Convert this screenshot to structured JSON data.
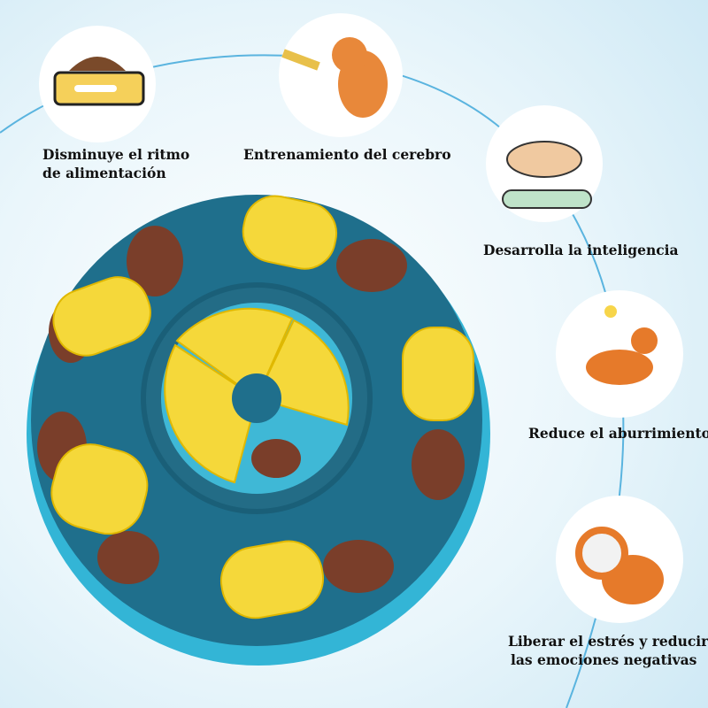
{
  "benefits": [
    {
      "text_line1": "Disminuye el ritmo",
      "text_line2": "de alimentación",
      "icon": "food-bowl-icon"
    },
    {
      "text_line1": "Entrenamiento del cerebro",
      "icon": "dog-paw-training-icon"
    },
    {
      "text_line1": "Desarrolla la inteligencia",
      "icon": "dog-treadmill-icon"
    },
    {
      "text_line1": "Reduce el aburrimiento",
      "icon": "corgi-lightbulb-icon"
    },
    {
      "text_line1": "Liberar el estrés y reducir",
      "text_line2": "las emociones negativas",
      "icon": "sad-puppy-icon"
    }
  ],
  "colors": {
    "puzzle_body": "#1f6f8c",
    "puzzle_edge": "#33b5d6",
    "pieces": "#f5d83a",
    "kibble": "#7a3e2a",
    "curve": "#5ab4df"
  }
}
